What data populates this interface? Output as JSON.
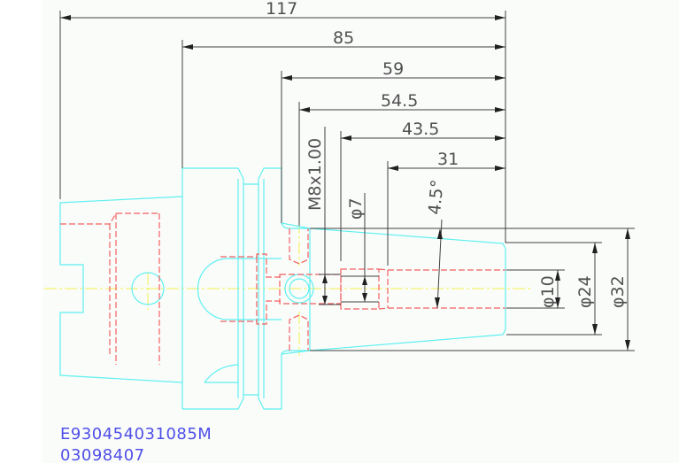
{
  "dimensions": {
    "overall_length": "117",
    "flange_to_end": "85",
    "length_59": "59",
    "length_54_5": "54.5",
    "length_43_5": "43.5",
    "length_31": "31",
    "thread": "M8x1.00",
    "bore_small": "φ7",
    "taper_angle": "4.5°",
    "bore": "φ10",
    "nose_diameter": "φ24",
    "body_diameter": "φ32"
  },
  "part_info": {
    "part_code": "E930454031085M",
    "order_number": "03098407"
  },
  "colors": {
    "outline": "#5ef0f0",
    "hidden": "#f26060",
    "centerline": "#f5f050",
    "dimension": "#404040",
    "text": "#4f4fe8"
  }
}
